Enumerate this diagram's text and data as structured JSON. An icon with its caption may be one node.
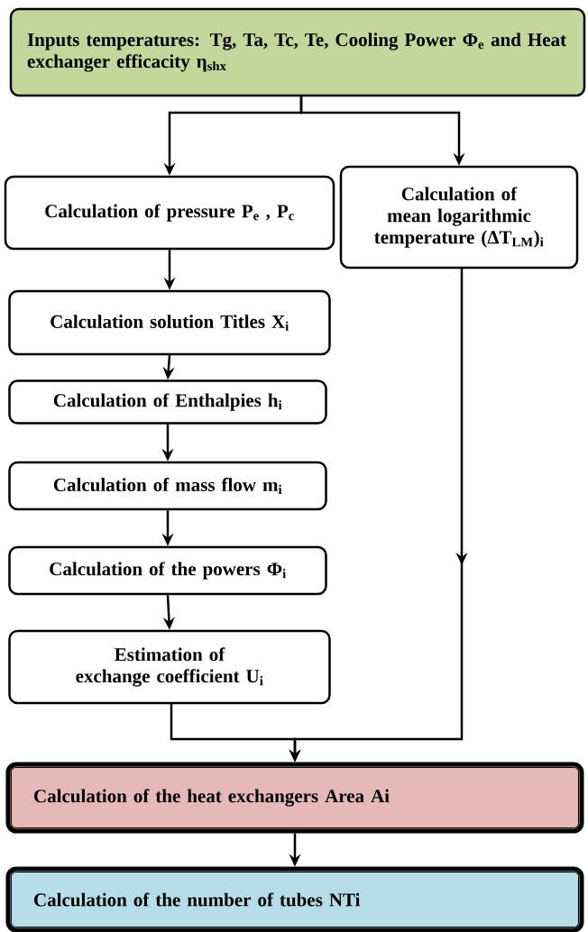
{
  "diagram": {
    "nodes": [
      {
        "text": [
          "Inputs temperatures: Tg, Ta, Tc, Te, Cooling Power Φ$_{e}$ and Heat exchanger efficacity η$_{shx}$"
        ]
      },
      {
        "text": [
          "Calculation of pressure P$_{e}$ , P$_{c}$"
        ]
      },
      {
        "text": [
          "Calculation of mean logarithmic temperature (ΔT$_{LM}$)$_{i}$"
        ]
      },
      {
        "text": [
          "Calculation solution Titles X$_{i}$"
        ]
      },
      {
        "text": [
          "Calculation of Enthalpies h$_{i}$"
        ]
      },
      {
        "text": [
          "Calculation of mass flow m$_{i}$"
        ]
      },
      {
        "text": [
          "Calculation of the powers Φ$_{i}$"
        ]
      },
      {
        "text": [
          "Estimation of exchange coefficient U$_{i}$"
        ]
      },
      {
        "text": [
          "Calculation of the heat exchangers Area Ai"
        ]
      },
      {
        "text": [
          "Calculation of the number of tubes NTi"
        ]
      }
    ],
    "edges": [
      {
        "from": 0,
        "to": 1,
        "arrow": "to"
      },
      {
        "from": 0,
        "to": 2,
        "arrow": "to"
      },
      {
        "from": 1,
        "to": 3,
        "arrow": "to"
      },
      {
        "from": 3,
        "to": 4,
        "arrow": "to"
      },
      {
        "from": 4,
        "to": 5,
        "arrow": "to"
      },
      {
        "from": 5,
        "to": 6,
        "arrow": "to"
      },
      {
        "from": 6,
        "to": 7,
        "arrow": "to"
      },
      {
        "from": 7,
        "to": 8,
        "arrow": "to"
      },
      {
        "from": 2,
        "to": 8,
        "arrow": "to"
      },
      {
        "from": 8,
        "to": 9,
        "arrow": "to"
      }
    ]
  }
}
